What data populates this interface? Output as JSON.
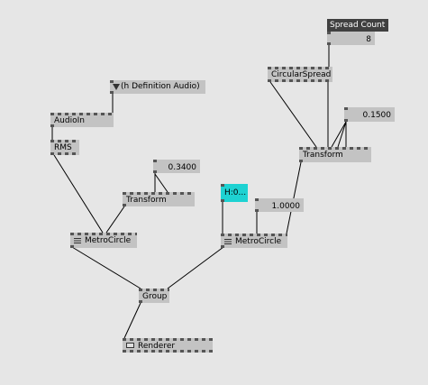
{
  "canvas": {
    "background": "#e6e6e6"
  },
  "colors": {
    "node": "#c3c3c3",
    "pin": "#555555",
    "wire": "#000000",
    "color_io": "#1ed2d2",
    "title_bar": "#404040"
  },
  "nodes": {
    "audio_device": {
      "label": "(h Definition Audio)",
      "icon": "dropdown-triangle-icon"
    },
    "audioin": {
      "label": "AudioIn"
    },
    "rms": {
      "label": "RMS"
    },
    "value_04": {
      "value": "0.3400"
    },
    "transform_left": {
      "label": "Transform"
    },
    "metrocircle_left": {
      "label": "MetroCircle",
      "icon": "menu-lines-icon"
    },
    "group": {
      "label": "Group"
    },
    "renderer": {
      "label": "Renderer",
      "icon": "window-icon"
    },
    "spread_count": {
      "title": "Spread Count",
      "value": "8"
    },
    "circularspread": {
      "label": "CircularSpread"
    },
    "value_015": {
      "value": "0.1500"
    },
    "transform_right": {
      "label": "Transform"
    },
    "color_io": {
      "value": "H:0..."
    },
    "value_1": {
      "value": "1.0000"
    },
    "metrocircle_right": {
      "label": "MetroCircle",
      "icon": "menu-lines-icon"
    }
  }
}
